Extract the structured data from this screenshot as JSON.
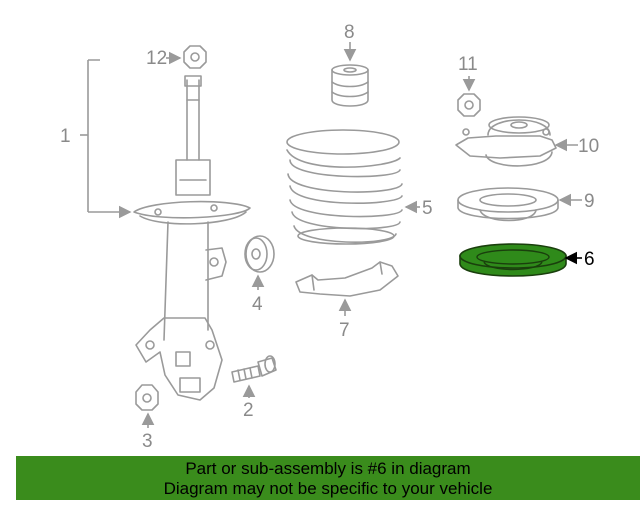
{
  "callouts": [
    "1",
    "2",
    "3",
    "4",
    "5",
    "6",
    "7",
    "8",
    "9",
    "10",
    "11",
    "12"
  ],
  "highlight": {
    "part": "6",
    "color": "#2f8a1a"
  },
  "banner": {
    "line1": "Part or sub-assembly is #6 in diagram",
    "line2": "Diagram may not be specific to your vehicle",
    "color": "#3a8c1c"
  }
}
